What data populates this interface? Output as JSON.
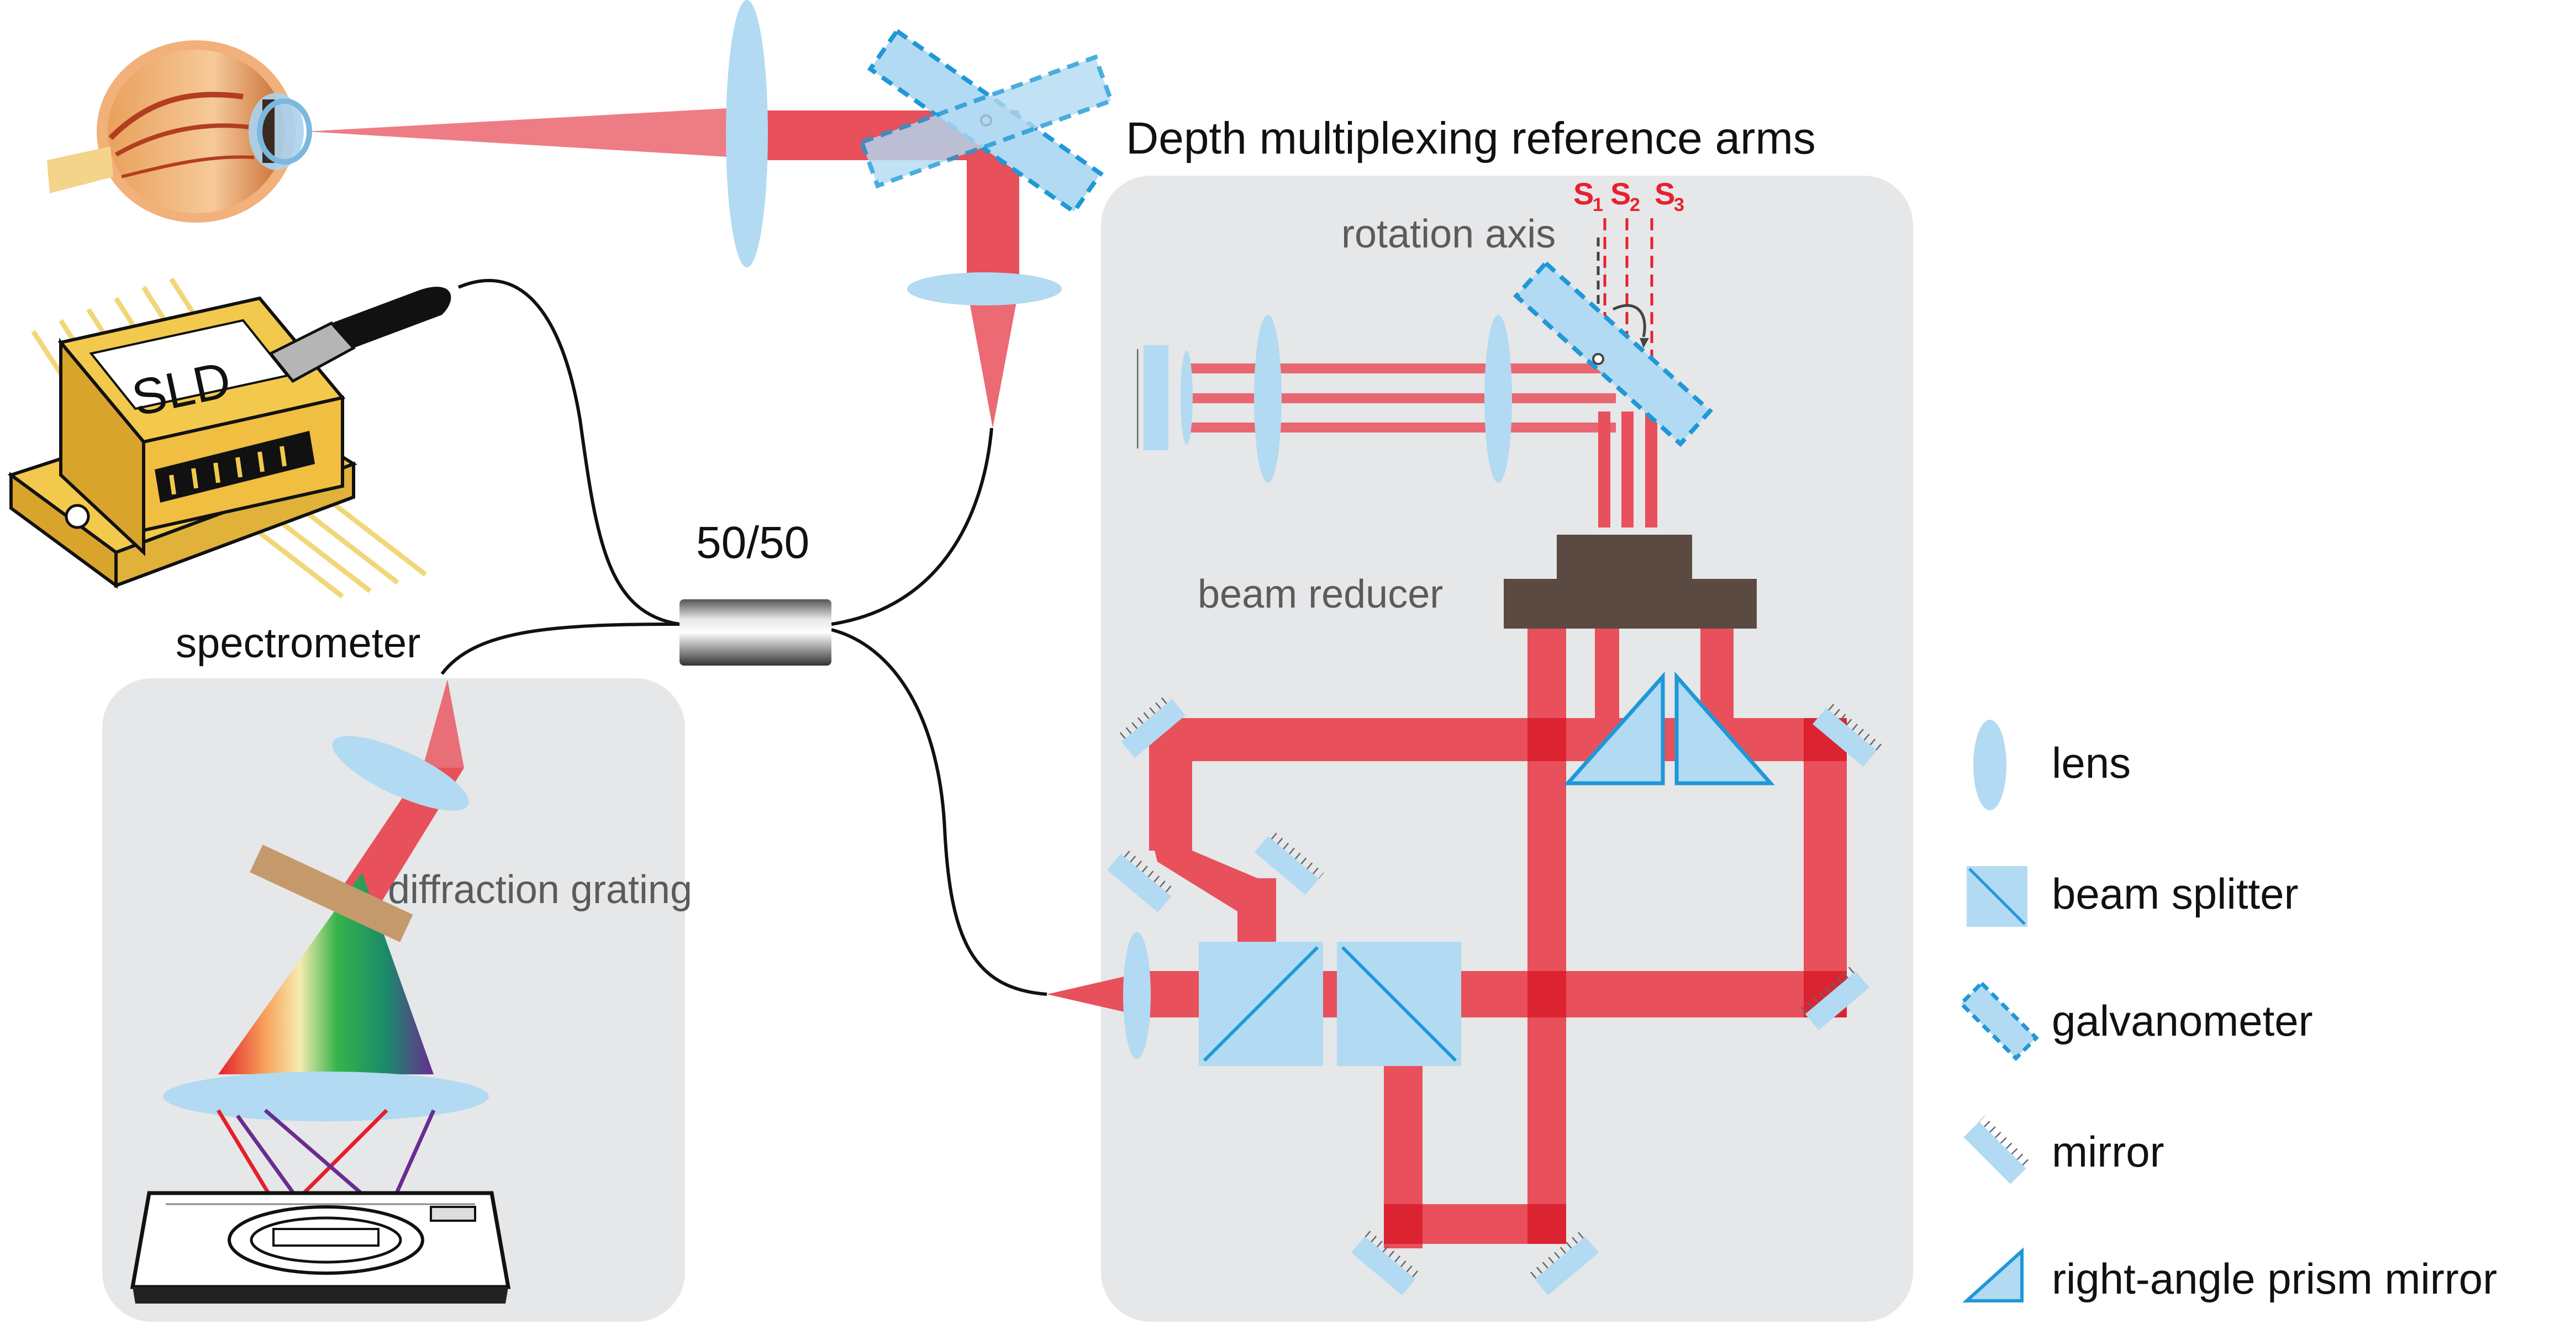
{
  "labels": {
    "depth_title": "Depth multiplexing reference arms",
    "rotation_axis": "rotation axis",
    "beam_reducer": "beam reducer",
    "splitter_5050": "50/50",
    "spectrometer": "spectrometer",
    "diffraction_grating": "diffraction grating",
    "sld": "SLD",
    "s_letter": "S",
    "s1_sub": "1",
    "s2_sub": "2",
    "s3_sub": "3"
  },
  "legend": {
    "lens": "lens",
    "beam_splitter": "beam splitter",
    "galvanometer": "galvanometer",
    "mirror": "mirror",
    "prism_mirror": "right-angle prism mirror"
  },
  "colors": {
    "beam": "#e8505b",
    "beam_dark": "#dc2331",
    "lens_fill": "#b2daf2",
    "galvo_stroke": "#1e98d8",
    "panel_bg": "#e6e7e8",
    "reducer": "#5a4a42",
    "grating": "#c49a6c",
    "sld_body": "#f2c94c",
    "label_red": "#e8202e",
    "label_gray": "#5b5b5b"
  }
}
